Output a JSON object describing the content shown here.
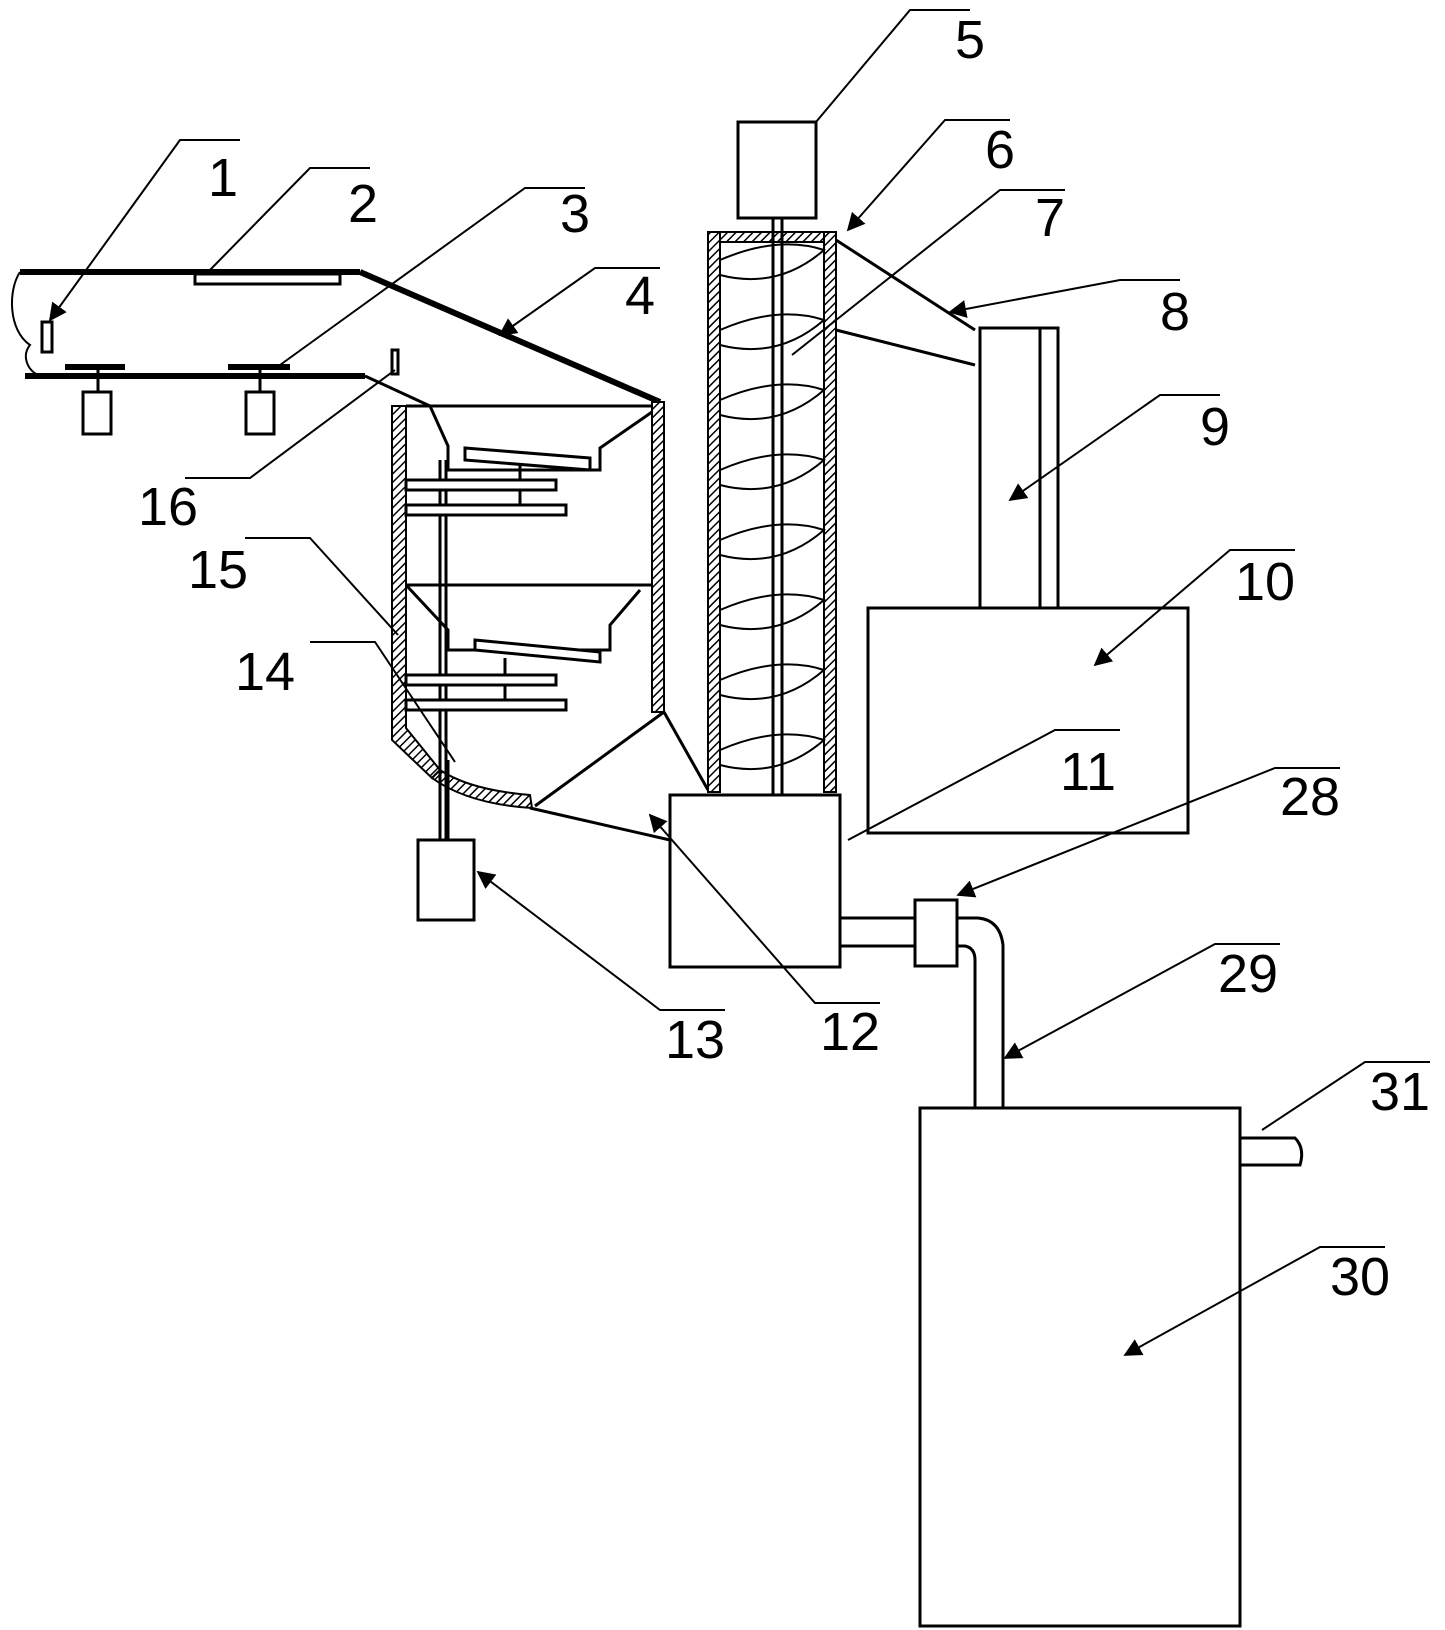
{
  "figure": {
    "labels": [
      "1",
      "2",
      "3",
      "4",
      "5",
      "6",
      "7",
      "8",
      "9",
      "10",
      "11",
      "12",
      "13",
      "14",
      "15",
      "16",
      "28",
      "29",
      "30",
      "31"
    ]
  },
  "colors": {
    "line": "#000000",
    "background": "#ffffff"
  }
}
